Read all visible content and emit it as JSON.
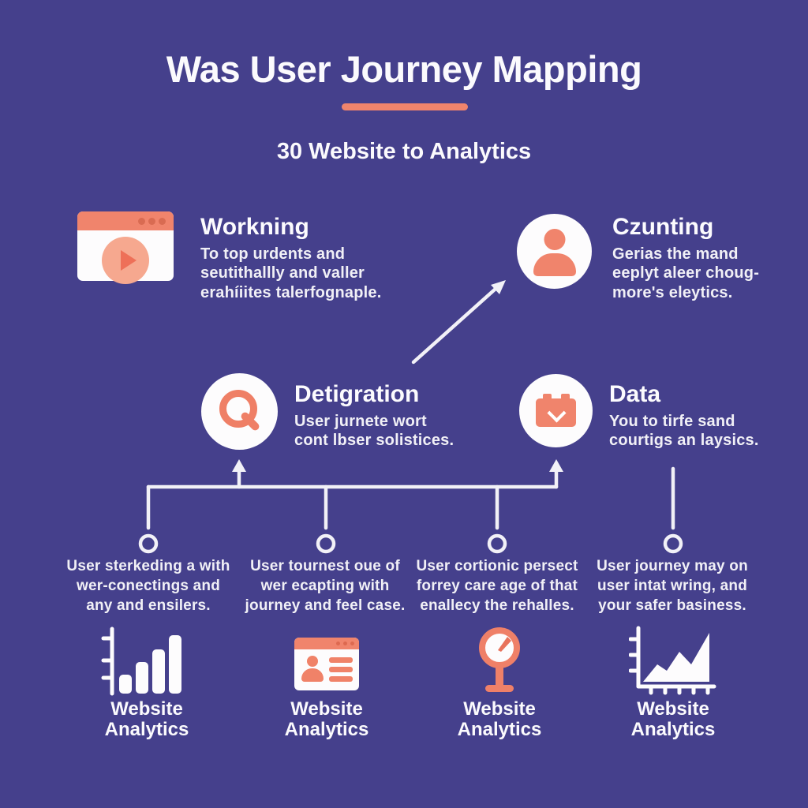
{
  "title": "Was User Journey Mapping",
  "subtitle": "30 Website to Analytics",
  "colors": {
    "background": "#45408c",
    "accent": "#f0846c",
    "accent_deep": "#ee7058",
    "accent_light": "#f6a88f",
    "line": "#f2f1f7",
    "text": "#f7f6fa"
  },
  "features": [
    {
      "heading": "Workning",
      "icon": "video-player-browser-icon",
      "lines": [
        "To top urdents and",
        "seutithallly and valler",
        "erahíiites talerfognaple."
      ]
    },
    {
      "heading": "Czunting",
      "icon": "user-icon",
      "lines": [
        "Gerias the mand",
        "eeplyt aleer choug-",
        "more's eleytics."
      ]
    },
    {
      "heading": "Detigration",
      "icon": "search-icon",
      "lines": [
        "User jurnete wort",
        "cont lbser solistices."
      ]
    },
    {
      "heading": "Data",
      "icon": "briefcase-icon",
      "lines": [
        "You to tirfe sand",
        "courtigs an laysics."
      ]
    }
  ],
  "timeline_notes": [
    {
      "lines": [
        "User sterkeding a with",
        "wer-conectings and",
        "any and ensilers."
      ]
    },
    {
      "lines": [
        "User tournest oue of",
        "wer ecapting with",
        "journey and feel case."
      ]
    },
    {
      "lines": [
        "User cortionic persect",
        "forrey care age of that",
        "enallecy the rehalles."
      ]
    },
    {
      "lines": [
        "User journey may on",
        "user intat wring, and",
        "your safer basiness."
      ]
    }
  ],
  "footer_items": [
    {
      "icon": "bar-chart-icon",
      "label_lines": [
        "Website",
        "Analytics"
      ]
    },
    {
      "icon": "user-card-icon",
      "label_lines": [
        "Website",
        "Analytics"
      ]
    },
    {
      "icon": "gauge-icon",
      "label_lines": [
        "Website",
        "Analytics"
      ]
    },
    {
      "icon": "area-chart-icon",
      "label_lines": [
        "Website",
        "Analytics"
      ]
    }
  ]
}
